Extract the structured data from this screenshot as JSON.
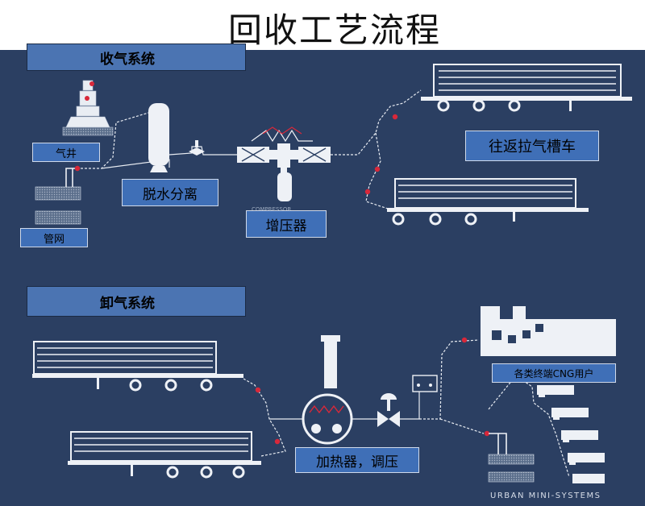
{
  "title": "回收工艺流程",
  "sections": {
    "recovery": "收气系统",
    "unload": "卸气系统"
  },
  "labels": {
    "gas_well": "气井",
    "pipe_network": "管网",
    "dehydration": "脱水分离",
    "compressor": "增压器",
    "compressor_nameplate": "COMPRESSOR",
    "tube_trailer": "往返拉气槽车",
    "heater_regulator": "加热器，调压",
    "cng_users": "各类终端CNG用户"
  },
  "brand": "URBAN MINI-SYSTEMS",
  "colors": {
    "background": "#2b3f62",
    "label_fill": "#3f6fb7",
    "valve": "#d8283a",
    "equipment": "#f0f3f7"
  }
}
